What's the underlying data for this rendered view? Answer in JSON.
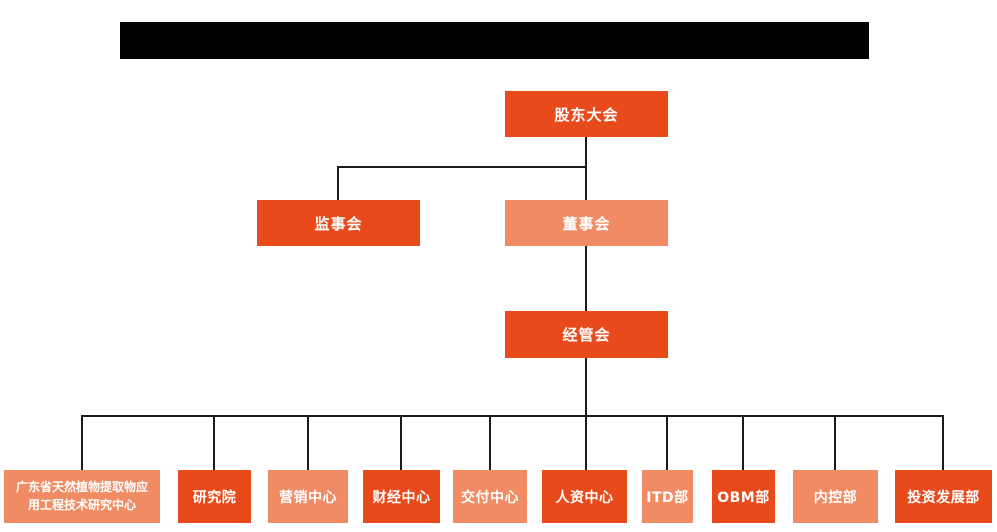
{
  "colors": {
    "dark_orange": "#E94A1B",
    "light_orange": "#F08B63",
    "connector_line": "#1a1a1a",
    "redaction_bar": "#000000",
    "node_text": "#FFFFFF",
    "background": "#FFFFFF"
  },
  "org": {
    "level1": {
      "label": "股东大会"
    },
    "level2": [
      {
        "label": "监事会",
        "variant": "dark"
      },
      {
        "label": "董事会",
        "variant": "light"
      }
    ],
    "level3": {
      "label": "经管会"
    },
    "level4": [
      {
        "label": "广东省天然植物提取物应用工程技术研究中心",
        "variant": "light"
      },
      {
        "label": "研究院",
        "variant": "dark"
      },
      {
        "label": "营销中心",
        "variant": "light"
      },
      {
        "label": "财经中心",
        "variant": "dark"
      },
      {
        "label": "交付中心",
        "variant": "light"
      },
      {
        "label": "人资中心",
        "variant": "dark"
      },
      {
        "label": "ITD部",
        "variant": "light"
      },
      {
        "label": "OBM部",
        "variant": "dark"
      },
      {
        "label": "内控部",
        "variant": "light"
      },
      {
        "label": "投资发展部",
        "variant": "dark"
      }
    ]
  }
}
